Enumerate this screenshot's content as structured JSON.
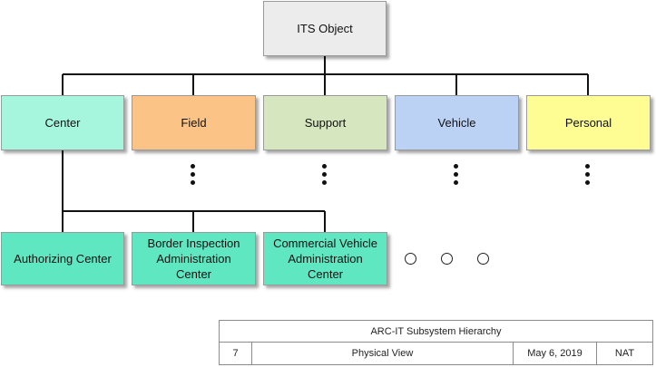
{
  "diagram": {
    "root": {
      "label": "ITS Object",
      "color": "#ececec"
    },
    "classes": [
      {
        "id": "center",
        "label": "Center",
        "color": "#a6f5dd"
      },
      {
        "id": "field",
        "label": "Field",
        "color": "#fbc486"
      },
      {
        "id": "support",
        "label": "Support",
        "color": "#d6e6be"
      },
      {
        "id": "vehicle",
        "label": "Vehicle",
        "color": "#bcd2f4"
      },
      {
        "id": "personal",
        "label": "Personal",
        "color": "#fdfd93"
      }
    ],
    "subsystems": [
      {
        "label": "Authorizing Center",
        "color": "#5fe7c2"
      },
      {
        "label": "Border Inspection Administration Center",
        "color": "#5fe7c2"
      },
      {
        "label": "Commercial Vehicle Administration Center",
        "color": "#5fe7c2"
      }
    ]
  },
  "title_block": {
    "title": "ARC-IT Subsystem Hierarchy",
    "number": "7",
    "view": "Physical View",
    "date": "May 6, 2019",
    "author": "NAT"
  }
}
